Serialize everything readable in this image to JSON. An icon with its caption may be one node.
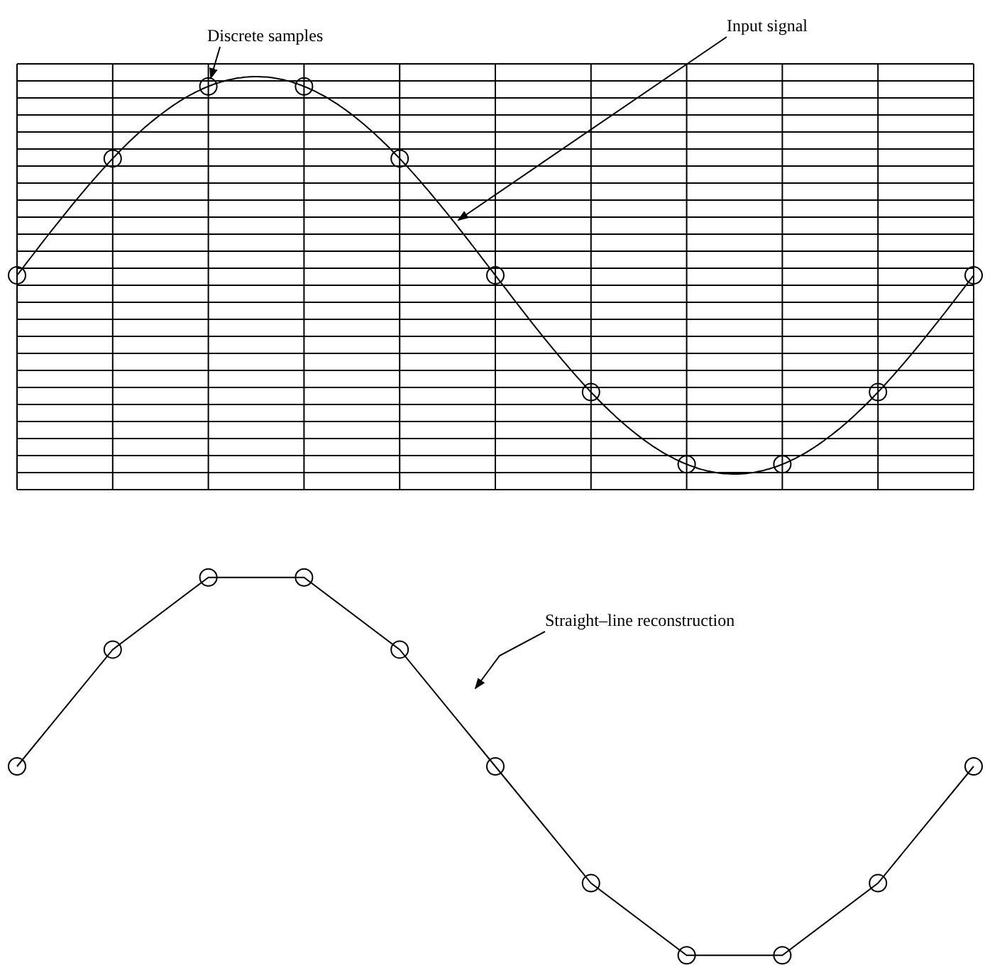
{
  "diagram": {
    "nodes": [
      {
        "text": [
          "Discrete samples"
        ]
      },
      {
        "text": [],
        "shape": "circle"
      },
      {
        "text": [
          "Input signal"
        ]
      },
      {
        "text": [
          "Straight–line reconstruction"
        ]
      }
    ],
    "edges": [
      {
        "from": 0,
        "to": 1,
        "arrow": "to"
      },
      {
        "from": 2,
        "to": null,
        "arrow": "to"
      },
      {
        "from": 3,
        "to": null,
        "arrow": "to"
      }
    ]
  }
}
